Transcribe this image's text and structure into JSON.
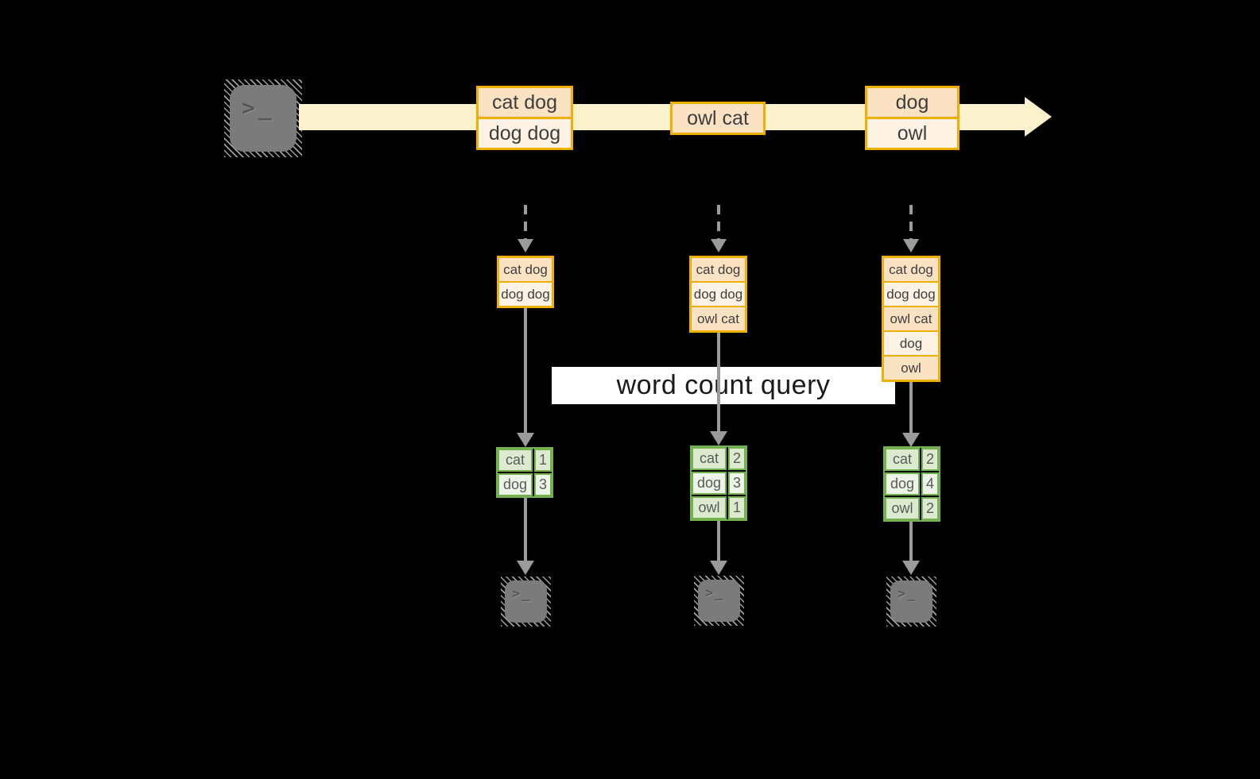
{
  "banner": {
    "label": "word count query"
  },
  "icons": {
    "terminal_prompt": ">_"
  },
  "colors": {
    "background": "#000000",
    "stream_band": "#fcf1cd",
    "orange_border": "#f0b000",
    "orange_fill_dark": "#fbe2c2",
    "orange_fill_light": "#fdf2e3",
    "green_border": "#75b14f",
    "green_fill_dark": "#dcead0",
    "green_fill_light": "#edf5e9",
    "arrow_gray": "#9b9b9b",
    "terminal_gray": "#7b7b7b",
    "banner_bg": "#ffffff",
    "banner_text": "#1a1a1a"
  },
  "timeline": {
    "messages": [
      {
        "cells": [
          "cat dog",
          "dog dog"
        ]
      },
      {
        "cells": [
          "owl cat"
        ]
      },
      {
        "cells": [
          "dog",
          "owl"
        ]
      }
    ]
  },
  "columns": [
    {
      "buffer": [
        "cat dog",
        "dog dog"
      ],
      "counts": [
        {
          "word": "cat",
          "count": 1
        },
        {
          "word": "dog",
          "count": 3
        }
      ]
    },
    {
      "buffer": [
        "cat dog",
        "dog dog",
        "owl cat"
      ],
      "counts": [
        {
          "word": "cat",
          "count": 2
        },
        {
          "word": "dog",
          "count": 3
        },
        {
          "word": "owl",
          "count": 1
        }
      ]
    },
    {
      "buffer": [
        "cat dog",
        "dog dog",
        "owl cat",
        "dog",
        "owl"
      ],
      "counts": [
        {
          "word": "cat",
          "count": 2
        },
        {
          "word": "dog",
          "count": 4
        },
        {
          "word": "owl",
          "count": 2
        }
      ]
    }
  ]
}
